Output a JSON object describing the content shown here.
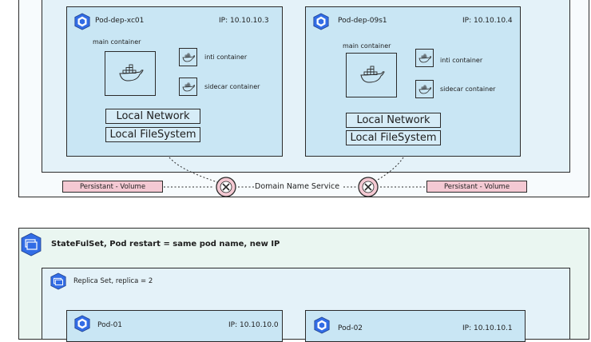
{
  "top_pods": [
    {
      "name": "Pod-dep-xc01",
      "ip": "IP: 10.10.10.3",
      "main_label": "main container",
      "init_label": "inti container",
      "sidecar_label": "sidecar container",
      "network_label": "Local Network",
      "filesystem_label": "Local FileSystem"
    },
    {
      "name": "Pod-dep-09s1",
      "ip": "IP: 10.10.10.4",
      "main_label": "main container",
      "init_label": "inti container",
      "sidecar_label": "sidecar container",
      "network_label": "Local Network",
      "filesystem_label": "Local FileSystem"
    }
  ],
  "volumes": [
    "Persistant - Volume",
    "Persistant - Volume"
  ],
  "dns_label": "Domain Name Service",
  "statefulset": {
    "title": "StateFulSet, Pod restart = same pod name, new IP",
    "replicaset_label": "Replica Set, replica = 2",
    "pods": [
      {
        "name": "Pod-01",
        "ip": "IP: 10.10.10.0"
      },
      {
        "name": "Pod-02",
        "ip": "IP: 10.10.10.1"
      }
    ]
  },
  "colors": {
    "pod_fill": "#c9e6f4",
    "volume_fill": "#f4c9d3",
    "statefulset_fill": "#eaf6f1",
    "kube_blue": "#326ce5",
    "x_fill": "#f4c9d3"
  }
}
